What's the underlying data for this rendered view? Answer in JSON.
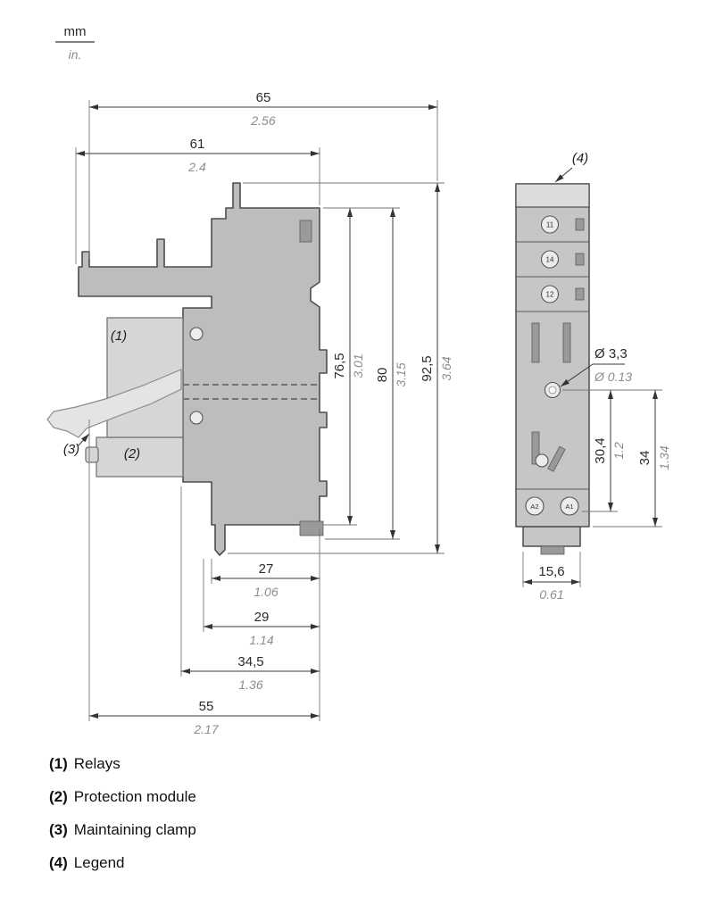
{
  "units": {
    "mm": "mm",
    "in": "in."
  },
  "side_view": {
    "callout_relay": "(1)",
    "callout_protection": "(2)",
    "callout_clamp": "(3)",
    "dim_width_total": {
      "mm": "65",
      "in": "2.56"
    },
    "dim_width_body": {
      "mm": "61",
      "in": "2.4"
    },
    "dim_height_body": {
      "mm": "76,5",
      "in": "3.01"
    },
    "dim_height_mid": {
      "mm": "80",
      "in": "3.15"
    },
    "dim_height_total": {
      "mm": "92,5",
      "in": "3.64"
    },
    "dim_depth_27": {
      "mm": "27",
      "in": "1.06"
    },
    "dim_depth_29": {
      "mm": "29",
      "in": "1.14"
    },
    "dim_depth_34_5": {
      "mm": "34,5",
      "in": "1.36"
    },
    "dim_depth_55": {
      "mm": "55",
      "in": "2.17"
    }
  },
  "front_view": {
    "callout_legend": "(4)",
    "terminals": {
      "t1": "11",
      "t2": "14",
      "t3": "12",
      "t4": "A2",
      "t5": "A1"
    },
    "dim_hole": {
      "mm": "Ø 3,3",
      "in": "Ø 0.13"
    },
    "dim_height_30_4": {
      "mm": "30,4",
      "in": "1.2"
    },
    "dim_height_34": {
      "mm": "34",
      "in": "1.34"
    },
    "dim_width": {
      "mm": "15,6",
      "in": "0.61"
    }
  },
  "legend": [
    {
      "num": "(1)",
      "label": "Relays"
    },
    {
      "num": "(2)",
      "label": "Protection module"
    },
    {
      "num": "(3)",
      "label": "Maintaining clamp"
    },
    {
      "num": "(4)",
      "label": "Legend"
    }
  ]
}
